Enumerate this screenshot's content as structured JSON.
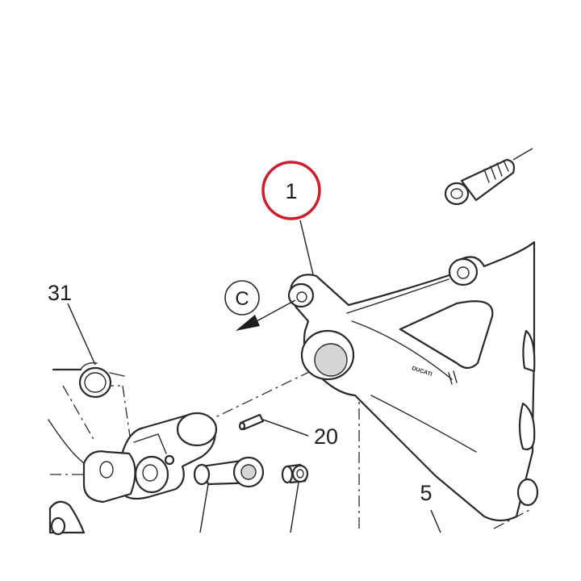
{
  "callouts": {
    "part_1": "1",
    "part_31": "31",
    "part_20": "20",
    "part_5": "5",
    "view_c": "C"
  },
  "stamp_text": "DUCATI",
  "colors": {
    "highlight_ring": "#cc1f2e",
    "line": "#2a2a2a",
    "background": "#ffffff"
  }
}
